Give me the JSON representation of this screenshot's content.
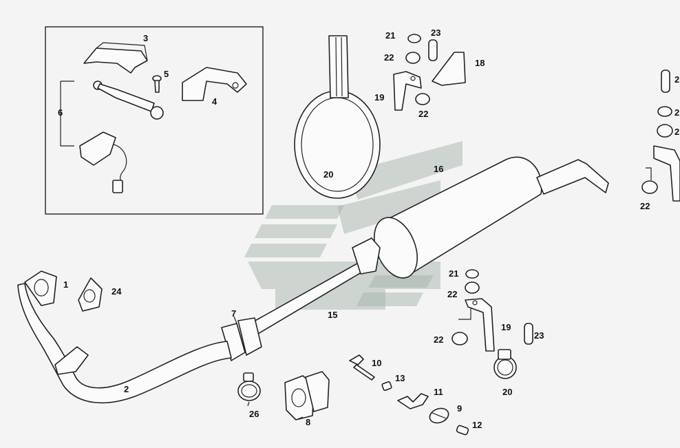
{
  "callouts": {
    "p1": "1",
    "p2": "2",
    "p3": "3",
    "p4": "4",
    "p5": "5",
    "p6": "6",
    "p7": "7",
    "p8": "8",
    "p9": "9",
    "p10": "10",
    "p11": "11",
    "p12": "12",
    "p13": "13",
    "p15": "15",
    "p16": "16",
    "p18": "18",
    "p19a": "19",
    "p19b": "19",
    "p20a": "20",
    "p20b": "20",
    "p21a": "21",
    "p21b": "21",
    "p22a": "22",
    "p22b": "22",
    "p22c": "22",
    "p22d": "22",
    "p22e": "22",
    "p23a": "23",
    "p23b": "23",
    "p24": "24",
    "p26": "26",
    "edge1": "2",
    "edge2": "2",
    "edge3": "2"
  },
  "colors": {
    "line": "#222222",
    "paper": "#f4f4f4",
    "watermark": "#9fb0a6"
  }
}
